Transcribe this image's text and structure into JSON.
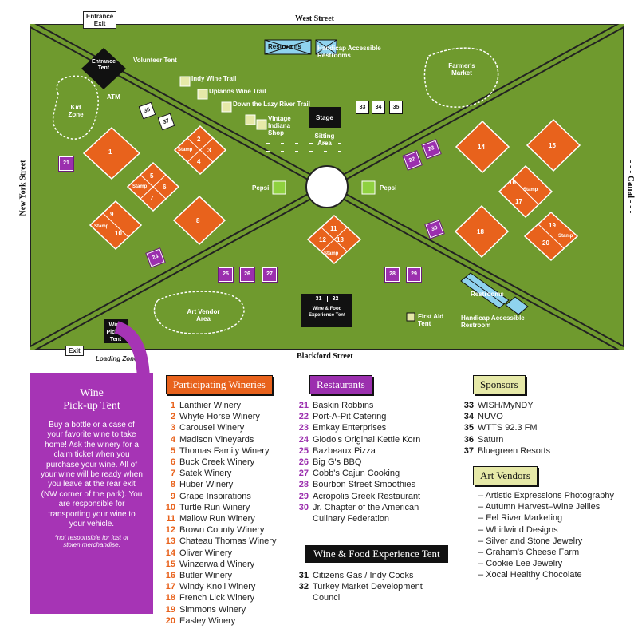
{
  "streets": {
    "north": "West Street",
    "south": "Blackford Street",
    "west": "New York Street",
    "east": "- - - Canal - - -"
  },
  "map": {
    "entrance_exit": "Entrance\nExit",
    "exit": "Exit",
    "loading_zone": "Loading Zone",
    "entrance_tent": "Entrance Tent",
    "volunteer_tent": "Volunteer Tent",
    "atm": "ATM",
    "kid_zone": "Kid Zone",
    "farmers_market": "Farmer's Market",
    "art_vendor_area": "Art Vendor Area",
    "restrooms_north": "Restrooms",
    "handicap_restrooms_north": "Handicap Accessible Restrooms",
    "restrooms_south": "Restrooms",
    "handicap_restroom_south": "Handicap Accessible Restroom",
    "trail_indy": "Indy Wine Trail",
    "trail_uplands": "Uplands Wine Trail",
    "trail_lazy_river": "Down the Lazy River Trail",
    "vintage_shop": "Vintage Indiana Shop",
    "stage": "Stage",
    "sitting_area": "Sitting Area",
    "pepsi_left": "Pepsi",
    "pepsi_right": "Pepsi",
    "first_aid": "First Aid Tent",
    "wine_pickup_tent": "Wine Pickup Tent",
    "wine_food_tent": "Wine & Food Experience Tent",
    "stamp": "Stamp",
    "tent_31": "31",
    "tent_32": "32",
    "sponsor_35": "35",
    "sponsor_34": "34",
    "sponsor_33": "33",
    "sponsor_36": "36",
    "sponsor_37": "37",
    "winery_labels": [
      "1",
      "2",
      "3",
      "4",
      "5",
      "6",
      "7",
      "8",
      "9",
      "10",
      "11",
      "12",
      "13",
      "14",
      "15",
      "16",
      "17",
      "18",
      "19",
      "20"
    ],
    "restaurant_labels": [
      "21",
      "22",
      "23",
      "24",
      "25",
      "26",
      "27",
      "28",
      "29",
      "30"
    ]
  },
  "pickup": {
    "title_line1": "Wine",
    "title_line2": "Pick-up Tent",
    "body": "Buy a bottle or a case of your favorite wine to take home! Ask the winery for a claim ticket when you purchase your wine. All of your wine will be ready when you leave at the rear exit (NW corner of the park). You are responsible for transporting your wine to your vehicle.",
    "note": "*not responsible for lost or stolen merchandise."
  },
  "wineries": {
    "heading": "Participating Wineries",
    "items": [
      {
        "num": "1",
        "name": "Lanthier Winery"
      },
      {
        "num": "2",
        "name": "Whyte Horse Winery"
      },
      {
        "num": "3",
        "name": "Carousel Winery"
      },
      {
        "num": "4",
        "name": "Madison Vineyards"
      },
      {
        "num": "5",
        "name": "Thomas Family Winery"
      },
      {
        "num": "6",
        "name": "Buck Creek Winery"
      },
      {
        "num": "7",
        "name": "Satek Winery"
      },
      {
        "num": "8",
        "name": "Huber Winery"
      },
      {
        "num": "9",
        "name": "Grape Inspirations"
      },
      {
        "num": "10",
        "name": "Turtle Run Winery"
      },
      {
        "num": "11",
        "name": "Mallow Run Winery"
      },
      {
        "num": "12",
        "name": "Brown County Winery"
      },
      {
        "num": "13",
        "name": "Chateau Thomas Winery"
      },
      {
        "num": "14",
        "name": "Oliver Winery"
      },
      {
        "num": "15",
        "name": "Winzerwald Winery"
      },
      {
        "num": "16",
        "name": "Butler Winery"
      },
      {
        "num": "17",
        "name": "Windy Knoll Winery"
      },
      {
        "num": "18",
        "name": "French Lick Winery"
      },
      {
        "num": "19",
        "name": "Simmons Winery"
      },
      {
        "num": "20",
        "name": "Easley Winery"
      }
    ]
  },
  "restaurants": {
    "heading": "Restaurants",
    "items": [
      {
        "num": "21",
        "name": "Baskin Robbins"
      },
      {
        "num": "22",
        "name": "Port-A-Pit Catering"
      },
      {
        "num": "23",
        "name": "Emkay Enterprises"
      },
      {
        "num": "24",
        "name": "Glodo's Original Kettle Korn"
      },
      {
        "num": "25",
        "name": "Bazbeaux Pizza"
      },
      {
        "num": "26",
        "name": "Big G's BBQ"
      },
      {
        "num": "27",
        "name": "Cobb's Cajun Cooking"
      },
      {
        "num": "28",
        "name": "Bourbon Street Smoothies"
      },
      {
        "num": "29",
        "name": "Acropolis Greek Restaurant"
      },
      {
        "num": "30",
        "name": "Jr. Chapter of the American",
        "name2": "Culinary Federation"
      }
    ]
  },
  "wine_food": {
    "heading": "Wine & Food Experience Tent",
    "items": [
      {
        "num": "31",
        "name": "Citizens Gas / Indy Cooks"
      },
      {
        "num": "32",
        "name": "Turkey Market Development",
        "name2": "Council"
      }
    ]
  },
  "sponsors": {
    "heading": "Sponsors",
    "items": [
      {
        "num": "33",
        "name": "WISH/MyNDY"
      },
      {
        "num": "34",
        "name": "NUVO"
      },
      {
        "num": "35",
        "name": "WTTS 92.3 FM"
      },
      {
        "num": "36",
        "name": "Saturn"
      },
      {
        "num": "37",
        "name": "Bluegreen Resorts"
      }
    ]
  },
  "art_vendors": {
    "heading": "Art Vendors",
    "items": [
      "Artistic Expressions Photography",
      "Autumn Harvest–Wine Jellies",
      "Eel River Marketing",
      "Whirlwind Designs",
      "Silver and Stone Jewelry",
      "Graham's Cheese Farm",
      "Cookie Lee Jewelry",
      "Xocai Healthy Chocolate"
    ]
  },
  "colors": {
    "grass": "#6f9a2e",
    "tent_orange": "#e8621c",
    "restaurant_purple": "#9b2fae",
    "pepsi_green": "#8fd13f",
    "restroom_blue": "#8fd3ef",
    "sponsor_yellow": "#e6e9a8"
  }
}
